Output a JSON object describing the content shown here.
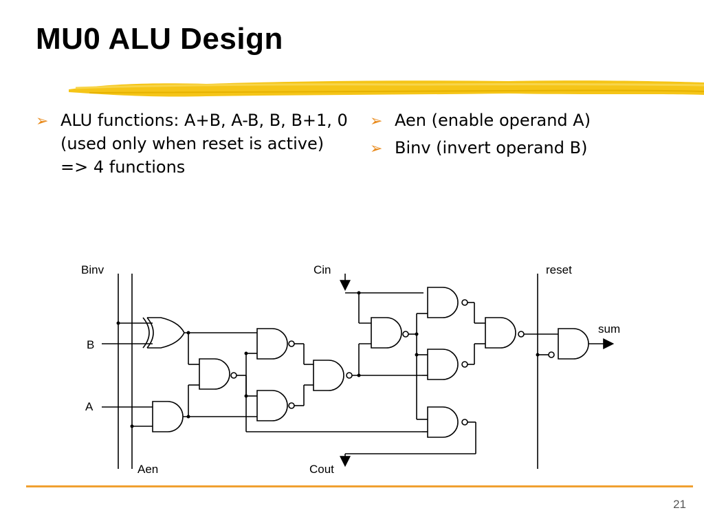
{
  "slide": {
    "title": "MU0 ALU Design",
    "page_number": "21",
    "bullets_left": [
      {
        "text": "ALU functions: A+B, A-B, B, B+1, 0 (used only when reset is active) => 4 functions"
      }
    ],
    "bullets_right": [
      {
        "text": "Aen (enable operand A)"
      },
      {
        "text": "Binv (invert operand B)"
      }
    ],
    "bullet_icon": "arrowhead-bullet-icon",
    "accent_color": "#f0a030",
    "brush_color": "#f5c518"
  },
  "diagram": {
    "labels": {
      "binv": "Binv",
      "b": "B",
      "a": "A",
      "aen": "Aen",
      "cin": "Cin",
      "cout": "Cout",
      "reset": "reset",
      "sum": "sum"
    }
  }
}
